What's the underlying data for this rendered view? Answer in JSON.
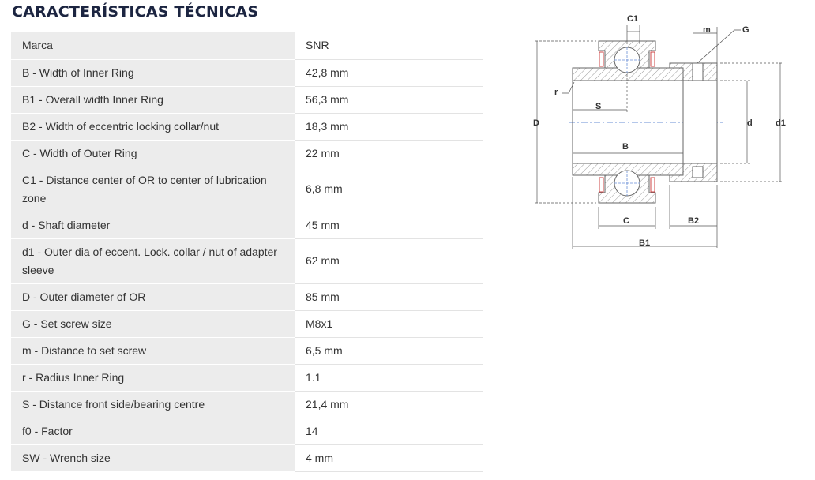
{
  "title": "CARACTERÍSTICAS TÉCNICAS",
  "specs": [
    {
      "label": "Marca",
      "value": "SNR"
    },
    {
      "label": "B - Width of Inner Ring",
      "value": "42,8 mm"
    },
    {
      "label": "B1 - Overall width Inner Ring",
      "value": "56,3 mm"
    },
    {
      "label": "B2 - Width of eccentric locking collar/nut",
      "value": "18,3 mm"
    },
    {
      "label": "C - Width of Outer Ring",
      "value": "22 mm"
    },
    {
      "label": "C1 - Distance center of OR to center of lubrication zone",
      "value": "6,8 mm"
    },
    {
      "label": "d - Shaft diameter",
      "value": "45 mm"
    },
    {
      "label": "d1 - Outer dia of eccent. Lock. collar / nut of adapter sleeve",
      "value": "62 mm"
    },
    {
      "label": "D - Outer diameter of OR",
      "value": "85 mm"
    },
    {
      "label": "G - Set screw size",
      "value": "M8x1"
    },
    {
      "label": "m - Distance to set screw",
      "value": "6,5 mm"
    },
    {
      "label": "r - Radius Inner Ring",
      "value": "1.1"
    },
    {
      "label": "S - Distance front side/bearing centre",
      "value": "21,4 mm"
    },
    {
      "label": "f0 - Factor",
      "value": "14"
    },
    {
      "label": "SW - Wrench size",
      "value": "4 mm"
    }
  ],
  "diagram": {
    "labels": {
      "C1": "C1",
      "m": "m",
      "G": "G",
      "r": "r",
      "S": "S",
      "D": "D",
      "d": "d",
      "d1": "d1",
      "B": "B",
      "C": "C",
      "B2": "B2",
      "B1": "B1"
    }
  }
}
